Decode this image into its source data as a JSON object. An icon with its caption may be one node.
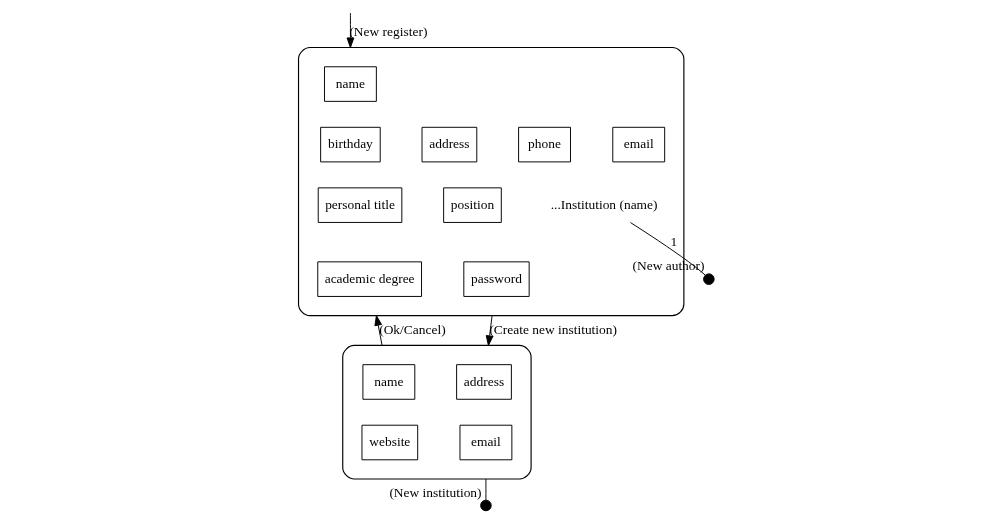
{
  "diagram": {
    "nodes": [
      {
        "text": [],
        "shape": "ellipse"
      },
      {
        "text": [
          "name"
        ],
        "in": 0
      },
      {
        "text": [
          "birthday"
        ],
        "in": 0
      },
      {
        "text": [
          "address"
        ],
        "in": 0
      },
      {
        "text": [
          "phone"
        ],
        "in": 0
      },
      {
        "text": [
          "email"
        ],
        "in": 0
      },
      {
        "text": [
          "personal title"
        ],
        "in": 0
      },
      {
        "text": [
          "position"
        ],
        "in": 0
      },
      {
        "text": [
          "...Institution (name)"
        ],
        "in": 0
      },
      {
        "text": [
          "academic degree"
        ],
        "in": 0
      },
      {
        "text": [
          "password"
        ],
        "in": 0
      },
      {
        "text": [],
        "shape": "circle",
        "beside": [
          "(New author)"
        ]
      },
      {
        "text": [],
        "shape": "ellipse"
      },
      {
        "text": [
          "name"
        ],
        "in": 12
      },
      {
        "text": [
          "address"
        ],
        "in": 12
      },
      {
        "text": [
          "website"
        ],
        "in": 12
      },
      {
        "text": [
          "email"
        ],
        "in": 12
      },
      {
        "text": [],
        "shape": "circle",
        "beside": [
          "(New institution)"
        ]
      }
    ],
    "edges": [
      {
        "from": null,
        "to": 0,
        "arrow": "to",
        "label": "(New register)"
      },
      {
        "from": 8,
        "to": 11,
        "arrow": "none",
        "label": "1"
      },
      {
        "from": 0,
        "to": 12,
        "arrow": "to",
        "label": "(Create new institution)"
      },
      {
        "from": 12,
        "to": 0,
        "arrow": "to",
        "label": "(Ok/Cancel)"
      },
      {
        "from": 12,
        "to": 17,
        "arrow": "none"
      }
    ]
  }
}
